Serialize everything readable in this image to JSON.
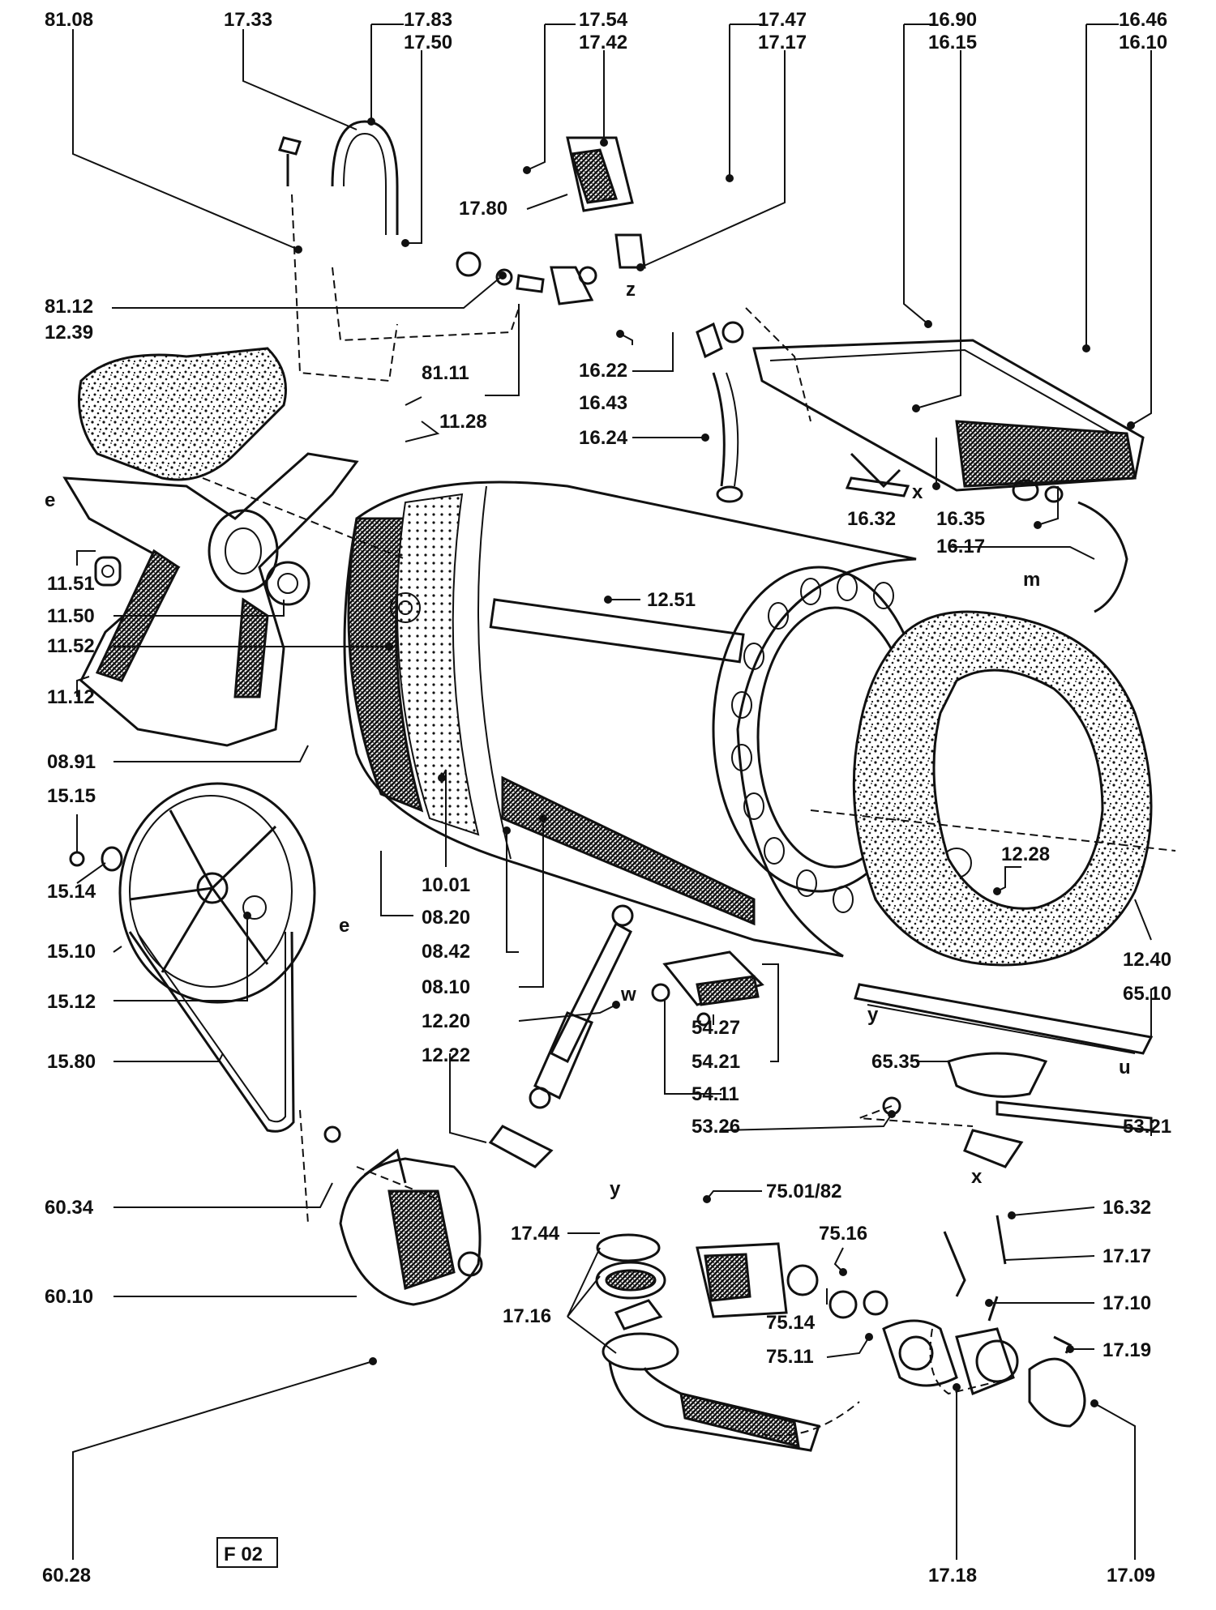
{
  "figure_code": "F 02",
  "letter_markers": [
    "e",
    "e",
    "z",
    "x",
    "x",
    "y",
    "y",
    "m",
    "w",
    "u"
  ],
  "part_labels": [
    "81.08",
    "17.33",
    "17.83",
    "17.50",
    "17.54",
    "17.42",
    "17.47",
    "17.17",
    "16.90",
    "16.15",
    "16.46",
    "16.10",
    "17.80",
    "81.12",
    "12.39",
    "16.22",
    "16.43",
    "81.11",
    "11.28",
    "16.24",
    "16.32",
    "16.35",
    "16.17",
    "11.51",
    "11.50",
    "11.52",
    "12.51",
    "11.12",
    "08.91",
    "15.15",
    "15.14",
    "12.28",
    "10.01",
    "08.20",
    "12.40",
    "15.10",
    "08.42",
    "65.10",
    "15.12",
    "08.10",
    "12.20",
    "54.27",
    "65.35",
    "15.80",
    "12.22",
    "54.21",
    "54.11",
    "53.26",
    "53.21",
    "60.34",
    "75.01/82",
    "16.32",
    "17.44",
    "75.16",
    "17.17",
    "60.10",
    "17.16",
    "17.10",
    "75.14",
    "17.19",
    "75.11",
    "60.28",
    "17.18",
    "17.09"
  ]
}
